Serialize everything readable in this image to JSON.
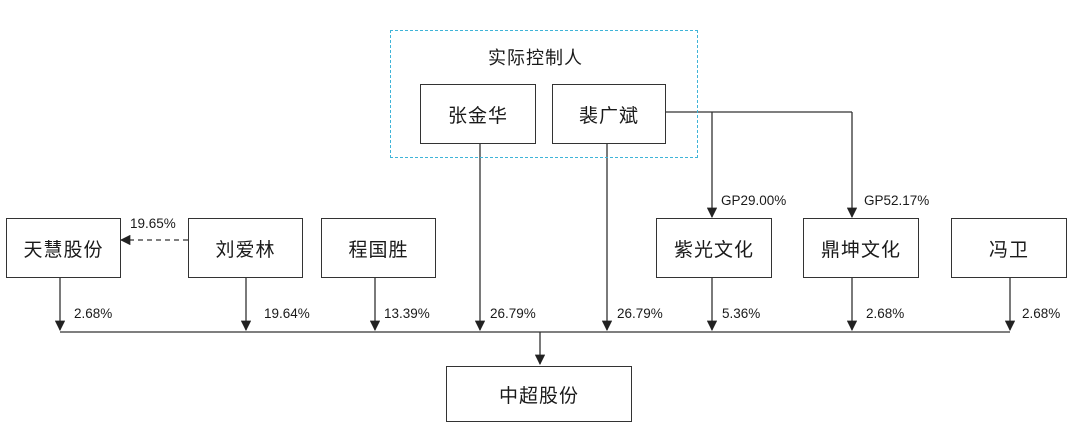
{
  "controller_group": {
    "label": "实际控制人"
  },
  "nodes": {
    "zhang_jinhua": "张金华",
    "pei_guangbin": "裴广斌",
    "tianhui": "天慧股份",
    "liu_ailin": "刘爱林",
    "cheng_guosheng": "程国胜",
    "ziguang": "紫光文化",
    "dingkun": "鼎坤文化",
    "feng_wei": "冯卫",
    "zhongchao": "中超股份"
  },
  "edge_labels": {
    "liu_to_tianhui": "19.65%",
    "pei_to_ziguang": "GP29.00%",
    "pei_to_dingkun": "GP52.17%",
    "tianhui_share": "2.68%",
    "liu_share": "19.64%",
    "cheng_share": "13.39%",
    "zhang_share": "26.79%",
    "pei_share": "26.79%",
    "ziguang_share": "5.36%",
    "dingkun_share": "2.68%",
    "feng_share": "2.68%"
  }
}
